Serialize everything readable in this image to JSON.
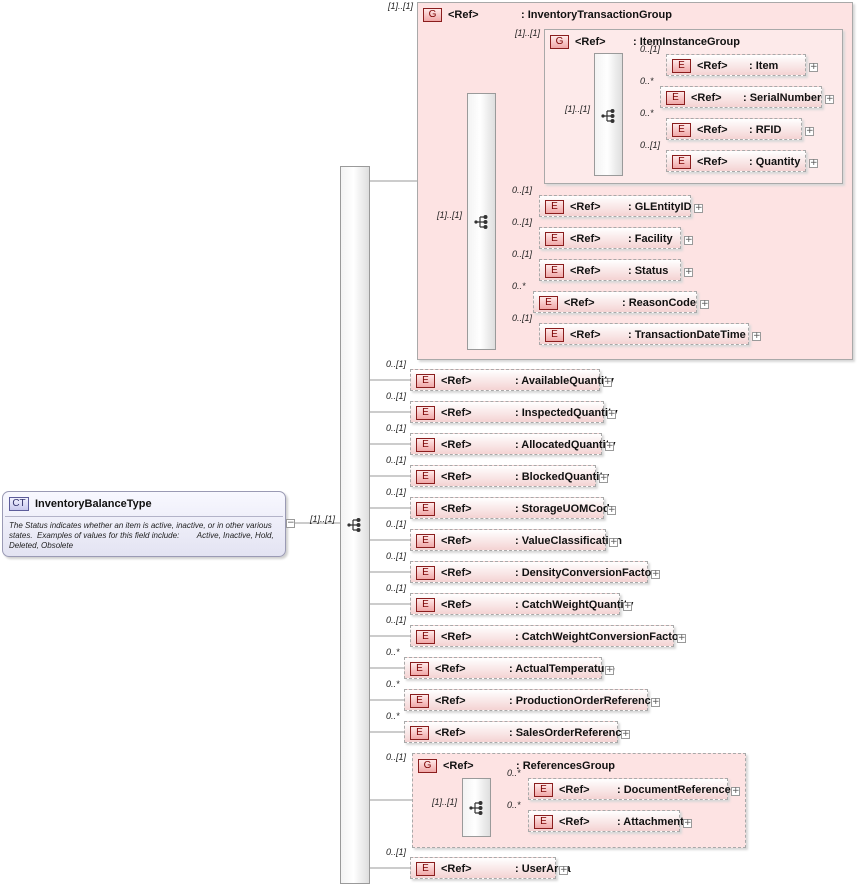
{
  "root": {
    "badge": "CT",
    "name": "InventoryBalanceType",
    "documentation": "The Status indicates whether an item is active, inactive, or in other various states.  Examples of values for this field include:        Active, Inactive, Hold, Deleted, Obsolete",
    "collapse_icon": "minus-icon",
    "sequence_cardinality": "[1]..[1]"
  },
  "element_badge": "E",
  "group_badge": "G",
  "ref_label": "<Ref>",
  "expand_symbol": "+",
  "collapse_symbol": "−",
  "inventory_transaction_group": {
    "cardinality": "[1]..[1]",
    "name": ": InventoryTransactionGroup",
    "sequence_cardinality": "[1]..[1]",
    "item_instance_group": {
      "cardinality": "[1]..[1]",
      "name": ": ItemInstanceGroup",
      "sequence_cardinality": "[1]..[1]",
      "elements": [
        {
          "cardinality": "0..[1]",
          "name": ": Item"
        },
        {
          "cardinality": "0..*",
          "name": ": SerialNumber"
        },
        {
          "cardinality": "0..*",
          "name": ": RFID"
        },
        {
          "cardinality": "0..[1]",
          "name": ": Quantity"
        }
      ]
    },
    "elements": [
      {
        "cardinality": "0..[1]",
        "name": ": GLEntityID"
      },
      {
        "cardinality": "0..[1]",
        "name": ": Facility"
      },
      {
        "cardinality": "0..[1]",
        "name": ": Status"
      },
      {
        "cardinality": "0..*",
        "name": ": ReasonCode"
      },
      {
        "cardinality": "0..[1]",
        "name": ": TransactionDateTime"
      }
    ]
  },
  "elements": [
    {
      "cardinality": "0..[1]",
      "name": ": AvailableQuantity"
    },
    {
      "cardinality": "0..[1]",
      "name": ": InspectedQuantity"
    },
    {
      "cardinality": "0..[1]",
      "name": ": AllocatedQuantity"
    },
    {
      "cardinality": "0..[1]",
      "name": ": BlockedQuantity"
    },
    {
      "cardinality": "0..[1]",
      "name": ": StorageUOMCode"
    },
    {
      "cardinality": "0..[1]",
      "name": ": ValueClassification"
    },
    {
      "cardinality": "0..[1]",
      "name": ": DensityConversionFactor"
    },
    {
      "cardinality": "0..[1]",
      "name": ": CatchWeightQuantity"
    },
    {
      "cardinality": "0..[1]",
      "name": ": CatchWeightConversionFactor"
    },
    {
      "cardinality": "0..*",
      "name": ": ActualTemperature"
    },
    {
      "cardinality": "0..*",
      "name": ": ProductionOrderReference"
    },
    {
      "cardinality": "0..*",
      "name": ": SalesOrderReference"
    }
  ],
  "references_group": {
    "cardinality": "0..[1]",
    "name": ": ReferencesGroup",
    "sequence_cardinality": "[1]..[1]",
    "elements": [
      {
        "cardinality": "0..*",
        "name": ": DocumentReference"
      },
      {
        "cardinality": "0..*",
        "name": ": Attachment"
      }
    ]
  },
  "user_area": {
    "cardinality": "0..[1]",
    "name": ": UserArea"
  }
}
